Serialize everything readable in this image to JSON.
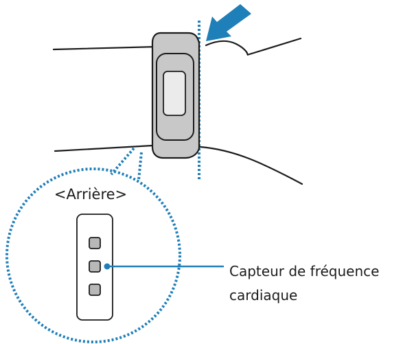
{
  "back_label": "<Arrière>",
  "sensor_label": {
    "line1": "Capteur de fréquence",
    "line2": "cardiaque"
  },
  "colors": {
    "accent_blue": "#1f7fb8",
    "outline": "#1a1a1a",
    "device_fill": "#c8c8c8",
    "screen_fill": "#ebebeb",
    "sensor_fill": "#b8b8b8"
  }
}
